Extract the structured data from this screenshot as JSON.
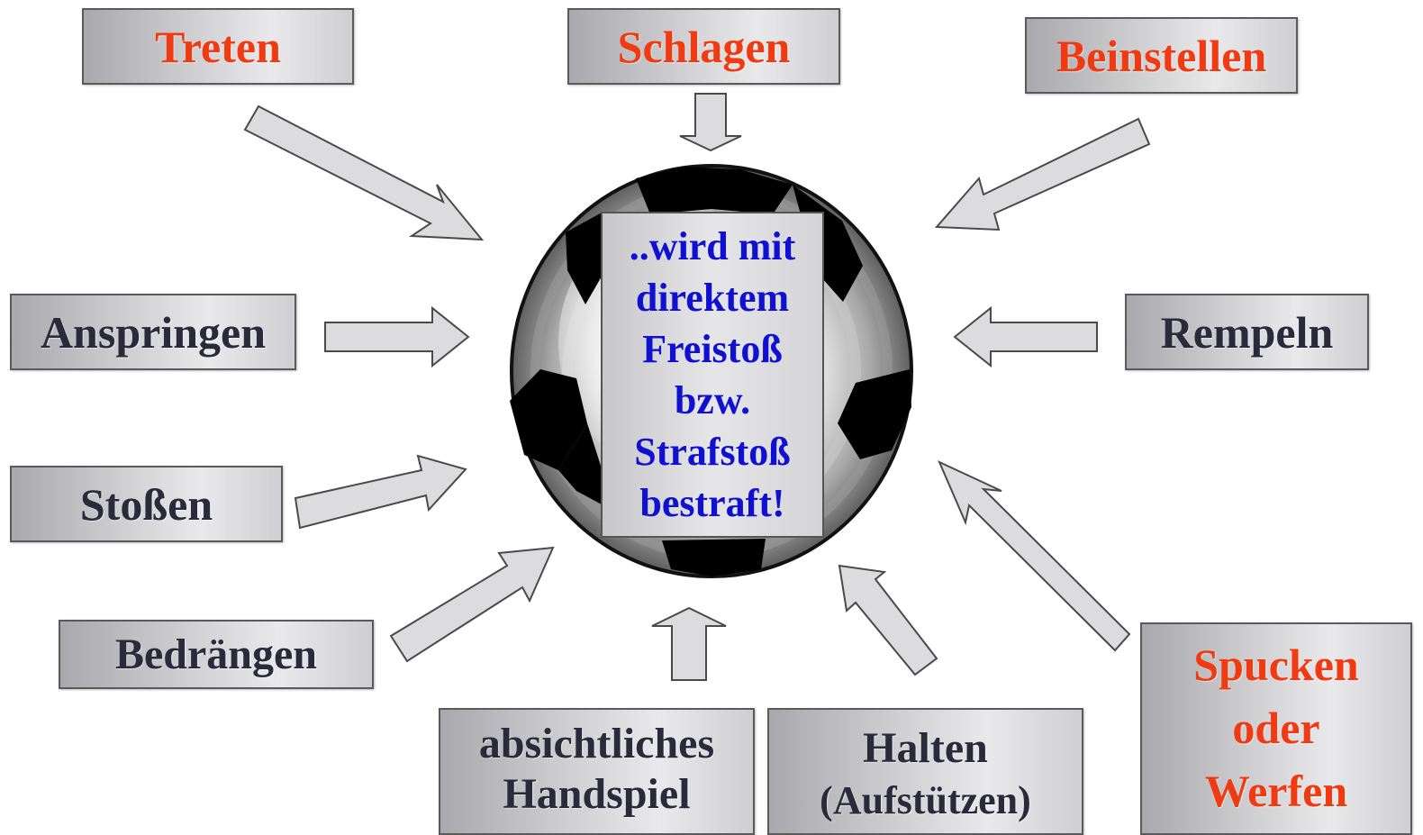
{
  "labels": {
    "treten": "Treten",
    "schlagen": "Schlagen",
    "beinstellen": "Beinstellen",
    "anspringen": "Anspringen",
    "rempeln": "Rempeln",
    "stossen": "Stoßen",
    "bedraengen": "Bedrängen",
    "handspiel_line1": "absichtliches",
    "handspiel_line2": "Handspiel",
    "halten_line1": "Halten",
    "halten_line2": "(Aufstützen)",
    "spucken_line1": "Spucken",
    "spucken_line2": "oder",
    "spucken_line3": "Werfen"
  },
  "center": {
    "line1": "..wird mit",
    "line2": "direktem",
    "line3": "Freistoß",
    "line4": "bzw.",
    "line5": "Strafstoß",
    "line6": "bestraft!"
  },
  "colors": {
    "highlight_text": "#f03a12",
    "normal_text": "#2a2a3a",
    "center_text": "#1010d0",
    "arrow_fill": "#dcdcde",
    "arrow_stroke": "#4a4a4a"
  }
}
